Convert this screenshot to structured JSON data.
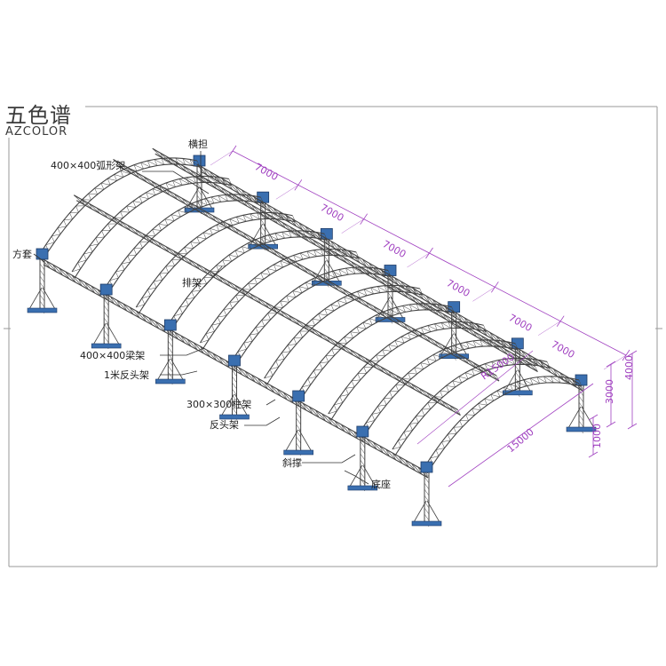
{
  "logo": {
    "cn": "五色谱",
    "en": "AZCOLOR"
  },
  "labels": {
    "cross_beam": "横担",
    "arc_truss": "400×400弧形架",
    "square_sleeve": "方套",
    "row_truss": "排架",
    "beam_truss": "400×400梁架",
    "return_1m": "1米反头架",
    "column_truss": "300×300柱架",
    "return_head": "反头架",
    "diagonal_brace": "斜撑",
    "base": "底座"
  },
  "dimensions": {
    "span_1": "7000",
    "span_2": "7000",
    "span_3": "7000",
    "span_4": "7000",
    "span_5": "7000",
    "span_6": "7000",
    "width": "15000",
    "arc_radius": "R15000",
    "column_height": "3000",
    "total_height": "4000",
    "rise": "1000"
  },
  "colors": {
    "truss": "#444444",
    "node": "#3a6fb0",
    "dimension": "#a040c0",
    "frame": "#9a9a9a"
  }
}
